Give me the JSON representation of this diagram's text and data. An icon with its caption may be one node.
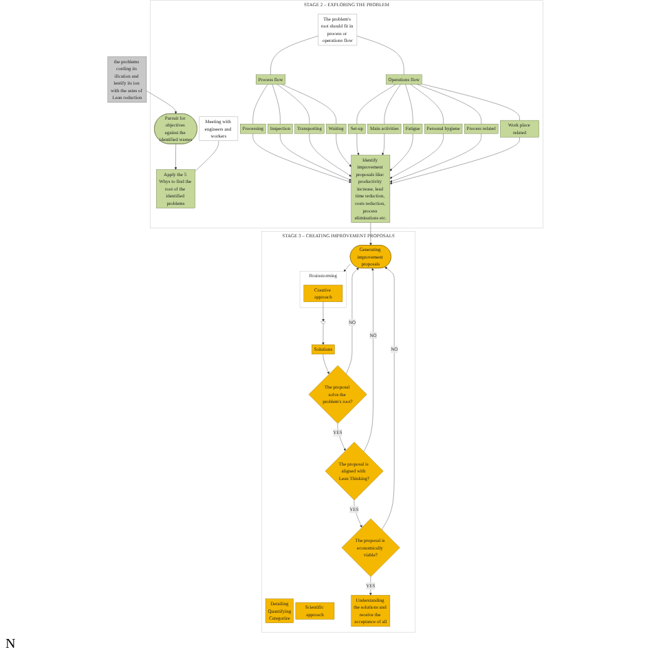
{
  "diagram": {
    "nodes": [
      {
        "text": [
          "STAGE 3 – CREATING IMPROVEMENT PROPOSALS"
        ]
      },
      {
        "text": [
          "Generating improvement proposals"
        ],
        "in": 0
      },
      {
        "text": [
          "Brainstorming"
        ],
        "in": 0
      },
      {
        "text": [
          "Creative approach"
        ],
        "in": 2
      },
      {
        "text": [],
        "shape": "funnel",
        "in": 0
      },
      {
        "text": [
          "Detailing",
          "Quantifying",
          "Categorize"
        ],
        "in": 0
      },
      {
        "text": [
          "Scientific approach"
        ],
        "in": 0
      },
      {
        "text": [
          "Solutions"
        ],
        "in": 0
      },
      {
        "text": [
          "The proposal solve the problem's root?"
        ],
        "in": 0
      },
      {
        "text": [
          "The proposal is aligned with Lean Thinking?"
        ],
        "in": 0
      },
      {
        "text": [
          "The proposal is economically viable?"
        ],
        "in": 0
      },
      {
        "text": [
          "Understanding the solutions and receive the acceptance of all"
        ],
        "in": 0
      },
      {
        "text": [
          "STAGE 2 – EXPLORING THE PROBLEM"
        ]
      },
      {
        "text": [
          "Pursuit for objectives against the identified wastes"
        ],
        "in": 12
      },
      {
        "text": [
          "Meeting with engineers and workers"
        ],
        "in": 12
      },
      {
        "text": [
          "Apply the 5 Whys to find the root of the identified problems"
        ],
        "in": 12
      },
      {
        "text": [
          "The problem's root should fit in process or operations flow"
        ],
        "in": 12
      },
      {
        "text": [
          "Process flow"
        ],
        "in": 12
      },
      {
        "text": [
          "Operations flow"
        ],
        "in": 12
      },
      {
        "text": [
          "Processing"
        ],
        "in": 12
      },
      {
        "text": [
          "Inspection"
        ],
        "in": 12
      },
      {
        "text": [
          "Transporting"
        ],
        "in": 12
      },
      {
        "text": [
          "Waiting"
        ],
        "in": 12
      },
      {
        "text": [
          "Set-up"
        ],
        "in": 12
      },
      {
        "text": [
          "Main activities"
        ],
        "in": 12
      },
      {
        "text": [
          "Fatigue"
        ],
        "in": 12
      },
      {
        "text": [
          "Personal hygiene"
        ],
        "in": 12
      },
      {
        "text": [
          "Process related"
        ],
        "in": 12
      },
      {
        "text": [
          "Work place related"
        ],
        "in": 12
      },
      {
        "text": [
          "Identify improvement proposals like: productivity increase, lead time reduction, costs reduction, process eliminations etc."
        ],
        "in": 12
      },
      {
        "text": [
          "the problems cording its ification and lentify its ion with the astes of Lean roduction"
        ]
      }
    ],
    "edges": [
      {
        "from": 1,
        "to": 2,
        "arrow": "to"
      },
      {
        "from": 3,
        "to": 4,
        "arrow": "to"
      },
      {
        "from": 4,
        "to": 7,
        "arrow": "to"
      },
      {
        "from": 7,
        "to": 8,
        "arrow": "to"
      },
      {
        "from": 8,
        "to": 9,
        "label": "YES",
        "arrow": "to"
      },
      {
        "from": 9,
        "to": 10,
        "label": "YES",
        "arrow": "to"
      },
      {
        "from": 10,
        "to": 11,
        "label": "YES",
        "arrow": "to"
      },
      {
        "from": 8,
        "to": 1,
        "label": "NO",
        "arrow": "to"
      },
      {
        "from": 9,
        "to": 1,
        "label": "NO",
        "arrow": "to"
      },
      {
        "from": 10,
        "to": 1,
        "label": "NO",
        "arrow": "to"
      },
      {
        "from": 30,
        "to": 13,
        "arrow": "to"
      },
      {
        "from": 13,
        "to": 15,
        "arrow": "to"
      },
      {
        "from": 14,
        "to": 15,
        "arrow": "none"
      },
      {
        "from": 16,
        "to": 17,
        "arrow": "none"
      },
      {
        "from": 16,
        "to": 18,
        "arrow": "none"
      },
      {
        "from": 17,
        "to": 19,
        "arrow": "none"
      },
      {
        "from": 17,
        "to": 20,
        "arrow": "none"
      },
      {
        "from": 17,
        "to": 21,
        "arrow": "none"
      },
      {
        "from": 17,
        "to": 22,
        "arrow": "none"
      },
      {
        "from": 18,
        "to": 23,
        "arrow": "none"
      },
      {
        "from": 18,
        "to": 24,
        "arrow": "none"
      },
      {
        "from": 18,
        "to": 25,
        "arrow": "none"
      },
      {
        "from": 18,
        "to": 26,
        "arrow": "none"
      },
      {
        "from": 18,
        "to": 27,
        "arrow": "none"
      },
      {
        "from": 18,
        "to": 28,
        "arrow": "none"
      },
      {
        "from": 19,
        "to": 29,
        "arrow": "to"
      },
      {
        "from": 20,
        "to": 29,
        "arrow": "to"
      },
      {
        "from": 21,
        "to": 29,
        "arrow": "to"
      },
      {
        "from": 22,
        "to": 29,
        "arrow": "to"
      },
      {
        "from": 23,
        "to": 29,
        "arrow": "to"
      },
      {
        "from": 24,
        "to": 29,
        "arrow": "to"
      },
      {
        "from": 25,
        "to": 29,
        "arrow": "to"
      },
      {
        "from": 26,
        "to": 29,
        "arrow": "to"
      },
      {
        "from": 27,
        "to": 29,
        "arrow": "to"
      },
      {
        "from": 28,
        "to": 29,
        "arrow": "to"
      },
      {
        "from": 29,
        "to": 1,
        "arrow": "to"
      }
    ],
    "labels": [
      "N"
    ]
  }
}
